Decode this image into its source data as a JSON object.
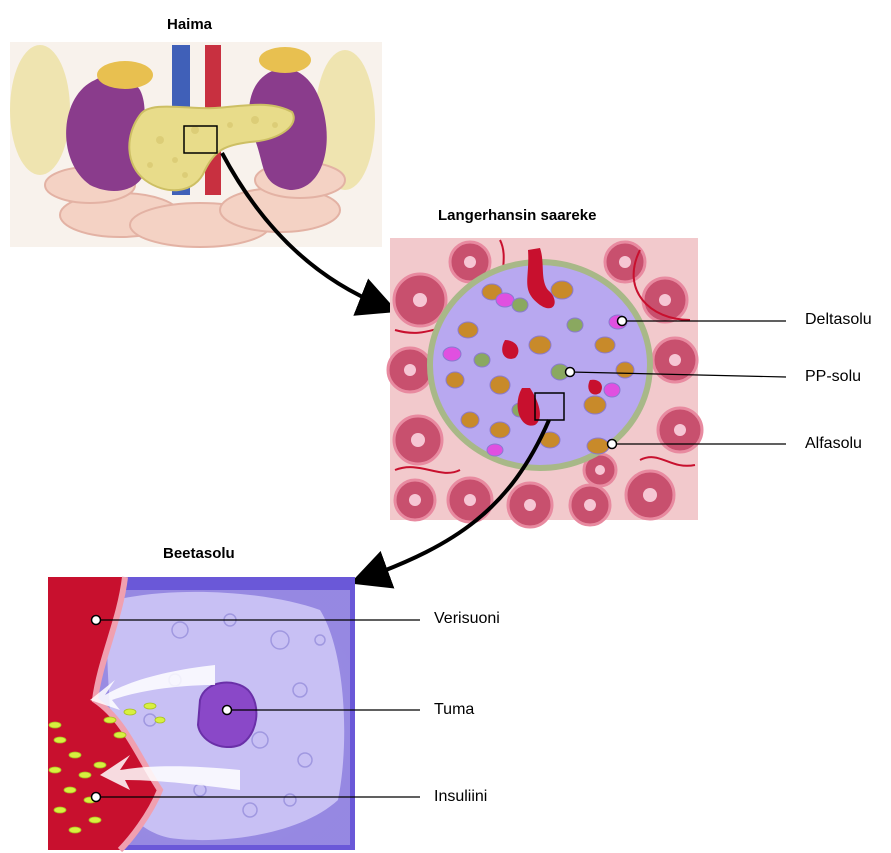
{
  "titles": {
    "pancreas": "Haima",
    "islet": "Langerhansin saareke",
    "beta_cell": "Beetasolu"
  },
  "islet_labels": {
    "delta": "Deltasolu",
    "pp": "PP-solu",
    "alpha": "Alfasolu"
  },
  "beta_labels": {
    "vessel": "Verisuoni",
    "nucleus": "Tuma",
    "insulin": "Insuliini"
  },
  "colors": {
    "pancreas": "#e8dc8a",
    "kidney": "#8a3c8c",
    "tissue_pink": "#f2c9cc",
    "acinus": "#c8506e",
    "islet_cells": "#b8a8f0",
    "alpha_cell": "#c88a2a",
    "delta_cell": "#e050e0",
    "pp_cell": "#8aa860",
    "blood_vessel": "#c8102e",
    "beta_cytoplasm": "#8c7ee8",
    "insulin_granule": "#d8f040"
  }
}
